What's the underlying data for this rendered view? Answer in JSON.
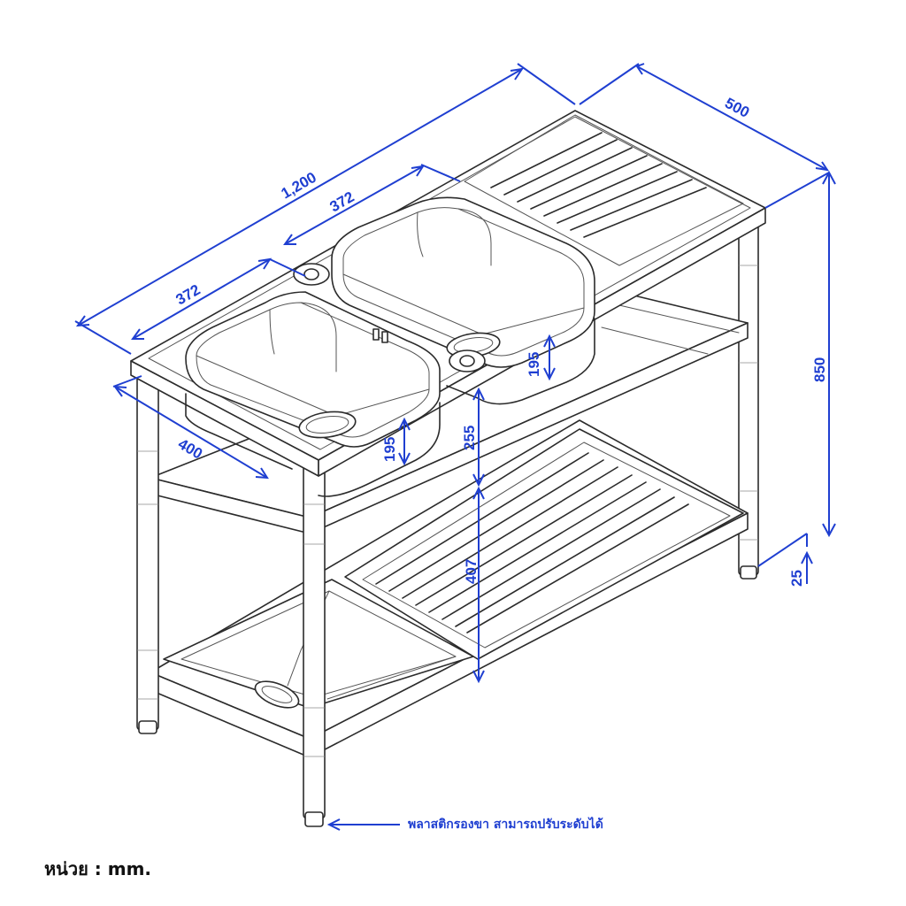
{
  "dimensions": {
    "length": "1,200",
    "depth": "500",
    "height": "850",
    "bowl_right_length": "372",
    "bowl_left_length": "372",
    "bowl_width": "400",
    "bowl_depth_left": "195",
    "bowl_depth_right": "195",
    "top_to_shelf": "255",
    "shelf_to_lower": "407",
    "foot_height": "25"
  },
  "note": "พลาสติกรองขา สามารถปรับระดับได้",
  "unit_label": "หน่วย : mm.",
  "colors": {
    "dimension": "#1f3fd1",
    "line": "#2b2b2b"
  }
}
